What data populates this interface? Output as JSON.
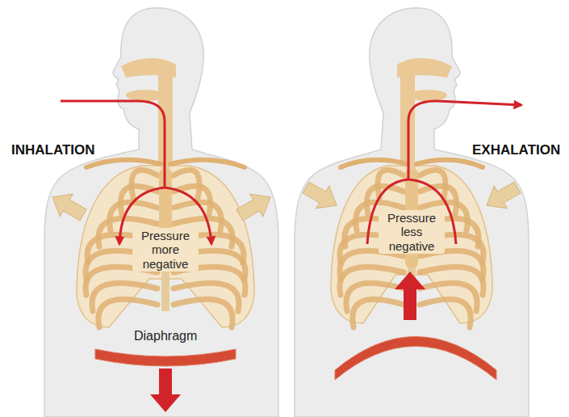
{
  "diagram": {
    "labels": [
      "INHALATION",
      "Pressure more negative",
      "Diaphragm",
      "EXHALATION",
      "Pressure less negative"
    ]
  }
}
